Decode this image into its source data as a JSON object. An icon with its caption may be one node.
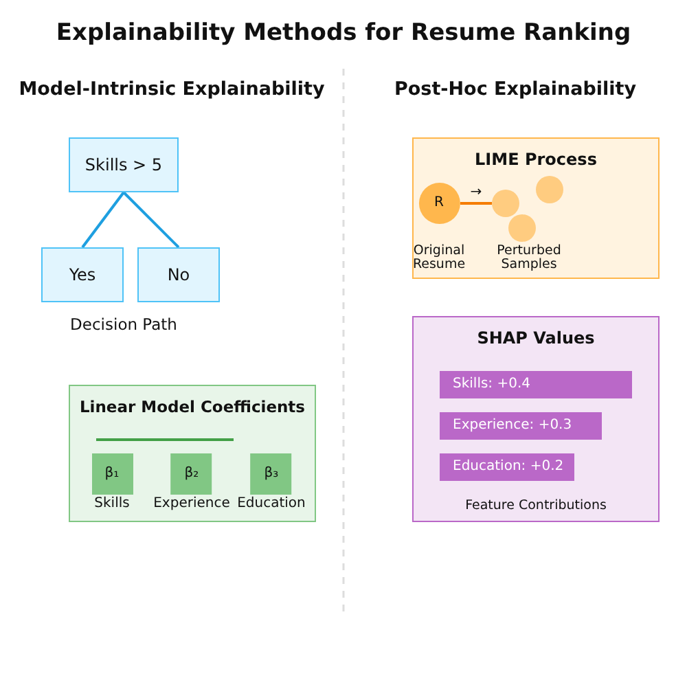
{
  "diagram": {
    "title": "Explainability Methods for Resume Ranking",
    "nodes": [
      {
        "text": [
          "Skills > 5"
        ]
      },
      {
        "text": [
          "Yes"
        ]
      },
      {
        "text": [
          "No"
        ]
      },
      {
        "text": [
          "Linear Model Coefficients"
        ]
      },
      {
        "text": [
          "β₁"
        ],
        "in": 3,
        "beside": [
          "Skills"
        ]
      },
      {
        "text": [
          "β₂"
        ],
        "in": 3,
        "beside": [
          "Experience"
        ]
      },
      {
        "text": [
          "β₃"
        ],
        "in": 3,
        "beside": [
          "Education"
        ]
      },
      {
        "text": [
          "LIME Process"
        ]
      },
      {
        "text": [
          "R"
        ],
        "in": 7,
        "beside": [
          "Original Resume"
        ]
      },
      {
        "text": [],
        "shape": "circle",
        "in": 7
      },
      {
        "text": [],
        "shape": "circle",
        "in": 7
      },
      {
        "text": [],
        "shape": "circle",
        "in": 7
      },
      {
        "text": [
          "SHAP Values",
          "Feature Contributions"
        ]
      },
      {
        "text": [
          "Skills: +0.4"
        ],
        "in": 12
      },
      {
        "text": [
          "Experience: +0.3"
        ],
        "in": 12
      },
      {
        "text": [
          "Education: +0.2"
        ],
        "in": 12
      }
    ],
    "edges": [
      {
        "from": 0,
        "to": 1,
        "arrow": "none"
      },
      {
        "from": 0,
        "to": 2,
        "arrow": "none"
      },
      {
        "from": 8,
        "to": 9,
        "arrow": "none",
        "label": "→",
        "color": "#f57c00"
      }
    ],
    "labels": [
      "Model-Intrinsic Explainability",
      "Post-Hoc Explainability",
      "Decision Path",
      "Perturbed Samples"
    ]
  }
}
